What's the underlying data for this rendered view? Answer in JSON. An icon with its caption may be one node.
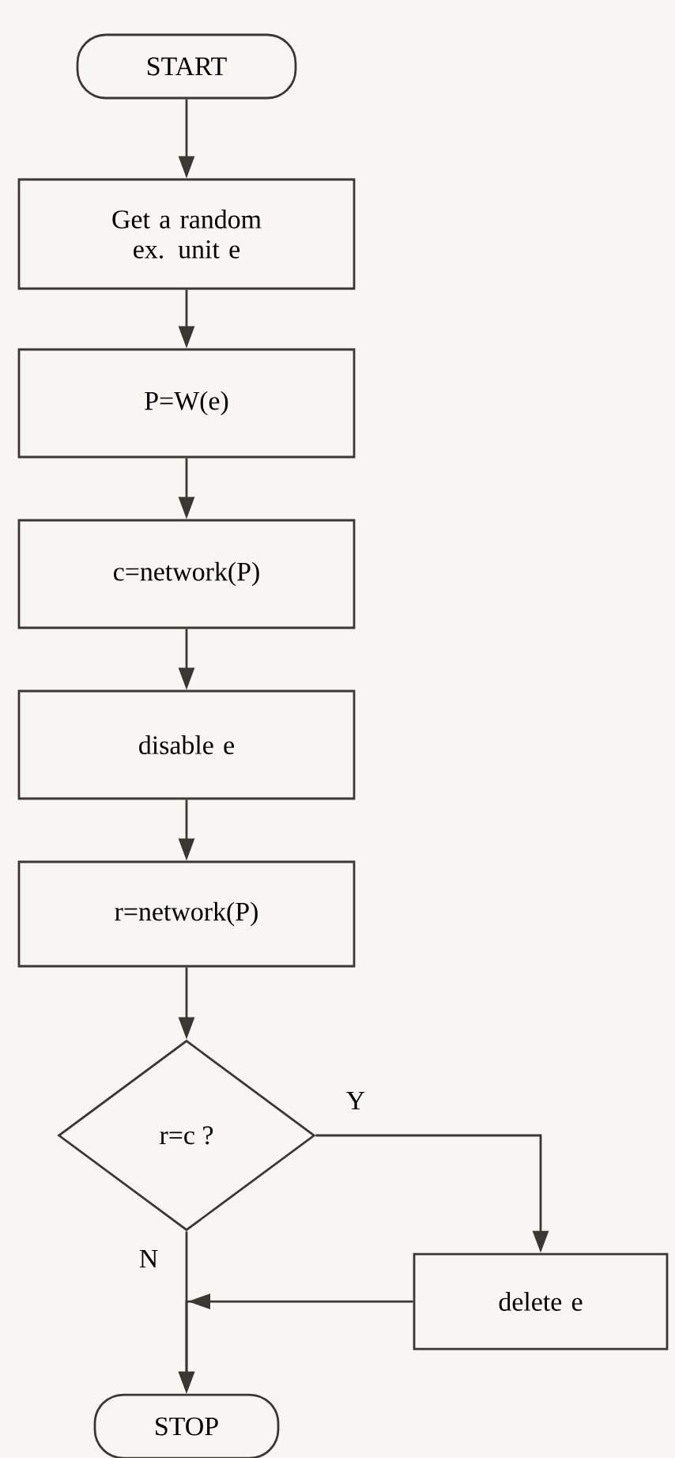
{
  "diagram": {
    "nodes": [
      {
        "text": [
          "START"
        ]
      },
      {
        "text": [
          "Get a random ex. unit e"
        ]
      },
      {
        "text": [
          "P=W(e)"
        ]
      },
      {
        "text": [
          "c=network(P)"
        ]
      },
      {
        "text": [
          "disable e"
        ]
      },
      {
        "text": [
          "r=network(P)"
        ]
      },
      {
        "text": [
          "r=c ?"
        ]
      },
      {
        "text": [
          "delete e"
        ]
      },
      {
        "text": [
          "STOP"
        ]
      }
    ],
    "edges": [
      {
        "from": 0,
        "to": 1,
        "arrow": "to"
      },
      {
        "from": 1,
        "to": 2,
        "arrow": "to"
      },
      {
        "from": 2,
        "to": 3,
        "arrow": "to"
      },
      {
        "from": 3,
        "to": 4,
        "arrow": "to"
      },
      {
        "from": 4,
        "to": 5,
        "arrow": "to"
      },
      {
        "from": 5,
        "to": 6,
        "arrow": "to"
      },
      {
        "from": 6,
        "to": 7,
        "arrow": "to",
        "label": "Y"
      },
      {
        "from": 6,
        "to": 8,
        "arrow": "to",
        "label": "N"
      },
      {
        "from": 7,
        "to": 8,
        "arrow": "to"
      }
    ]
  }
}
